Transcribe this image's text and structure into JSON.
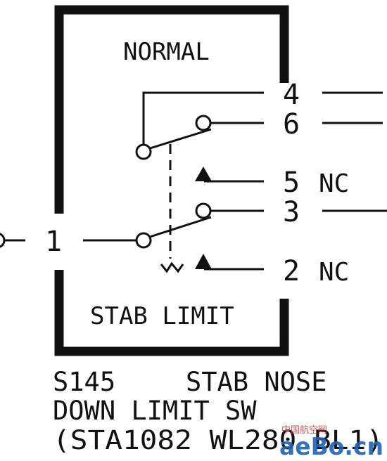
{
  "box": {
    "top_label": "NORMAL",
    "bottom_label": "STAB LIMIT"
  },
  "pins": {
    "p4": "4",
    "p6": "6",
    "p5": "5",
    "p3": "3",
    "p2": "2",
    "p1": "1",
    "nc_top": "NC",
    "nc_bottom": "NC"
  },
  "caption": {
    "line1a": "S145",
    "line1b": "STAB NOSE",
    "line2": "DOWN LIMIT SW",
    "line3": "(STA1082 WL280 BL1)"
  },
  "watermark": {
    "small": "中国航空网",
    "big": "aeBo.cn"
  },
  "colors": {
    "ink": "#111111",
    "watermark_red": "#d23a3a",
    "watermark_blue": "#1f63b8"
  }
}
